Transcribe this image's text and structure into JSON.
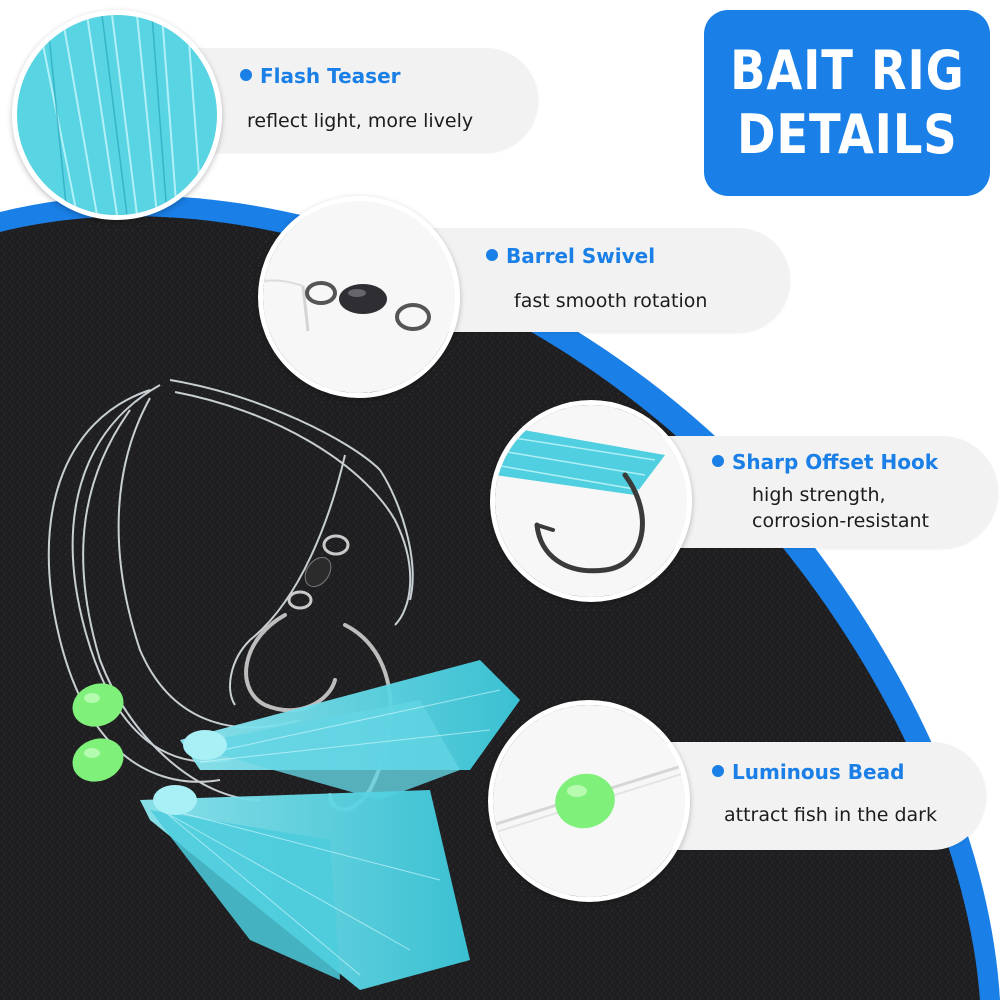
{
  "title": {
    "line1": "BAIT RIG",
    "line2": "DETAILS"
  },
  "features": [
    {
      "name": "Flash Teaser",
      "desc_lines": [
        "reflect light, more lively"
      ],
      "icon": "flash-teaser-photo"
    },
    {
      "name": "Barrel Swivel",
      "desc_lines": [
        "fast smooth rotation"
      ],
      "icon": "barrel-swivel-photo"
    },
    {
      "name": "Sharp Offset Hook",
      "desc_lines": [
        "high strength,",
        "corrosion-resistant"
      ],
      "icon": "offset-hook-photo"
    },
    {
      "name": "Luminous Bead",
      "desc_lines": [
        "attract fish in the dark"
      ],
      "icon": "luminous-bead-photo"
    }
  ],
  "colors": {
    "accent_blue": "#1a7fe6",
    "teaser_cyan": "#52d8e8",
    "bead_green": "#7ff07a",
    "background_black": "#1c1c1e",
    "pill_gray": "#f2f2f2"
  }
}
